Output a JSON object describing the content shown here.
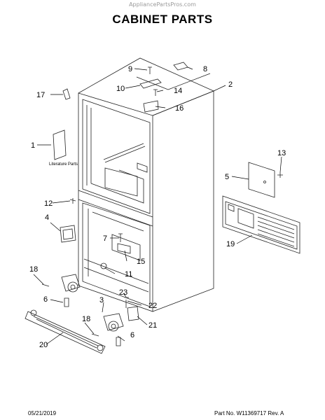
{
  "watermark": "AppliancePartsPros.com",
  "title": "CABINET PARTS",
  "literature_label": "Literature Parts",
  "footer": {
    "date": "05/21/2019",
    "part_number": "Part No. W11369717  Rev. A"
  },
  "callouts": [
    "1",
    "2",
    "3",
    "4",
    "5",
    "6",
    "6",
    "7",
    "8",
    "9",
    "10",
    "11",
    "12",
    "13",
    "14",
    "15",
    "16",
    "17",
    "18",
    "18",
    "19",
    "20",
    "21",
    "22",
    "23"
  ]
}
